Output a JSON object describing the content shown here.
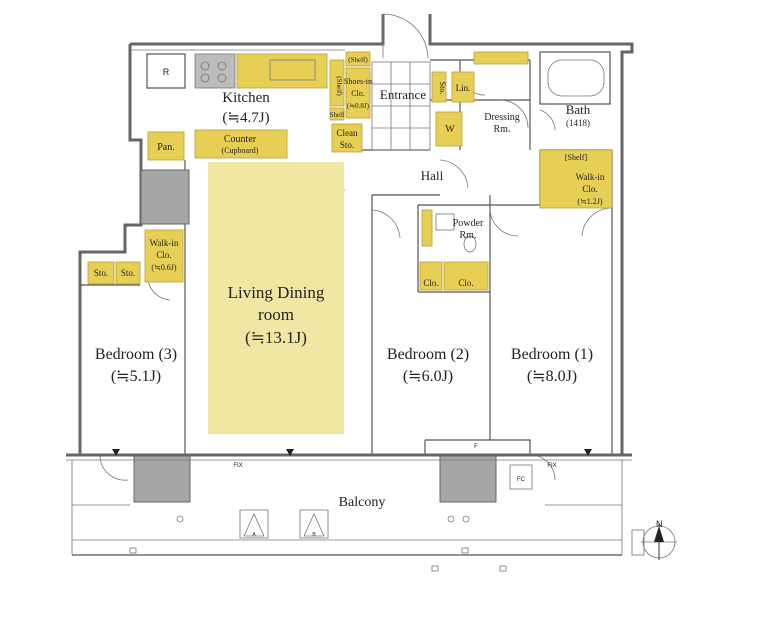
{
  "rooms": {
    "kitchen": {
      "name": "Kitchen",
      "size": "(≒4.7J)"
    },
    "living": {
      "line1": "Living Dining",
      "line2": "room",
      "size": "(≒13.1J)"
    },
    "bedroom1": {
      "name": "Bedroom (1)",
      "size": "(≒8.0J)"
    },
    "bedroom2": {
      "name": "Bedroom (2)",
      "size": "(≒6.0J)"
    },
    "bedroom3": {
      "name": "Bedroom (3)",
      "size": "(≒5.1J)"
    },
    "entrance": "Entrance",
    "hall": "Hall",
    "bath": {
      "name": "Bath",
      "size": "(1418)"
    },
    "dressing": {
      "line1": "Dressing",
      "line2": "Rm."
    },
    "powder": {
      "line1": "Powder",
      "line2": "Rm."
    },
    "balcony": "Balcony"
  },
  "storage": {
    "counter": {
      "line1": "Counter",
      "line2": "(Cupboard)"
    },
    "pantry": "Pan.",
    "shoes": {
      "line1": "Shoes-in",
      "line2": "Clo.",
      "line3": "(≒0.8J)"
    },
    "shelf": "(Shelf)",
    "shelf_left": "(Shelf)",
    "shelf_small": "Shelf",
    "clean": {
      "line1": "Clean",
      "line2": "Sto."
    },
    "walkin_bath": {
      "shelf": "[Shelf]",
      "line1": "Walk-in",
      "line2": "Clo.",
      "line3": "(≒1.2J)"
    },
    "walkin_bed3": {
      "line1": "Walk-in",
      "line2": "Clo.",
      "line3": "(≒0.6J)"
    },
    "sto_left": "Sto.",
    "sto_right": "Sto.",
    "sto_entrance": "Sto.",
    "linen": "Lin.",
    "washer": "W",
    "clo_left": "Clo.",
    "clo_right": "Clo."
  },
  "fixtures": {
    "fridge": "R",
    "fix_left": "FIX",
    "fix_right": "FIX",
    "fc": "FC",
    "f": "F",
    "unit_a": "A",
    "unit_b": "B"
  },
  "compass": "N",
  "colors": {
    "storage": "#e7cf56",
    "living_area": "#f2e6a4",
    "column": "#bcbcbc"
  }
}
